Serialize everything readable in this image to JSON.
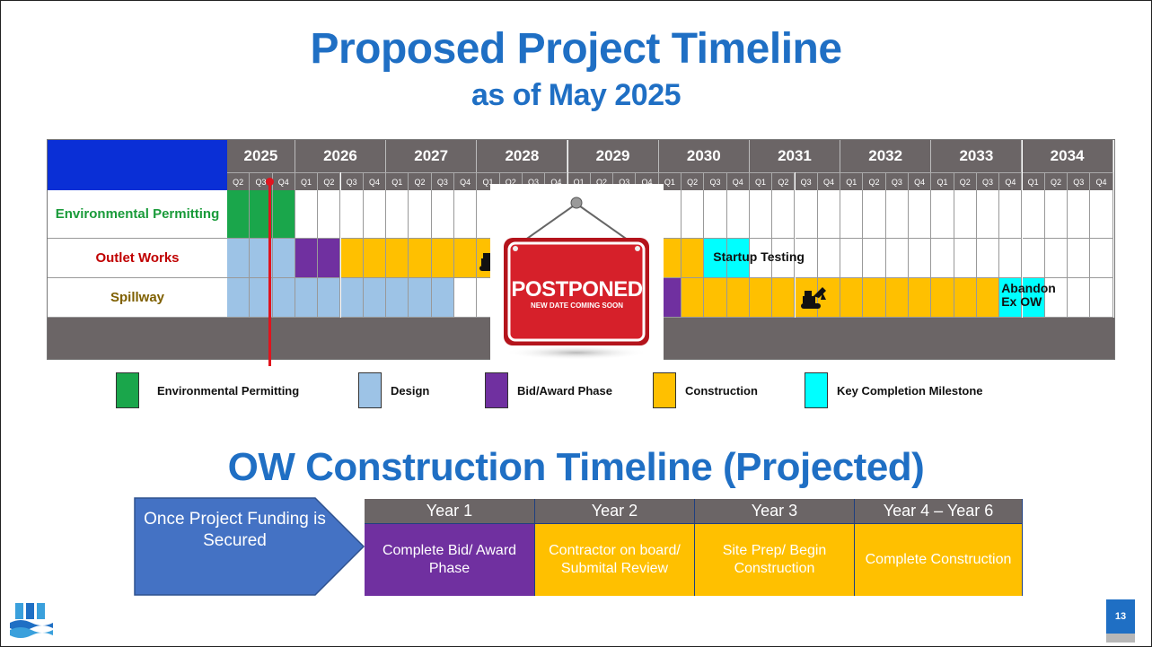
{
  "title": "Proposed Project Timeline",
  "subtitle": "as of May 2025",
  "gantt": {
    "years": [
      "2025",
      "2026",
      "2027",
      "2028",
      "2029",
      "2030",
      "2031",
      "2032",
      "2033",
      "2034"
    ],
    "quarters": [
      "Q2",
      "Q3",
      "Q4",
      "Q1",
      "Q2",
      "Q3",
      "Q4",
      "Q1",
      "Q2",
      "Q3",
      "Q4",
      "Q1",
      "Q2",
      "Q3",
      "Q4",
      "Q1",
      "Q2",
      "Q3",
      "Q4",
      "Q1",
      "Q2",
      "Q3",
      "Q4",
      "Q1",
      "Q2",
      "Q3",
      "Q4",
      "Q1",
      "Q2",
      "Q3",
      "Q4",
      "Q1",
      "Q2",
      "Q3",
      "Q4",
      "Q1",
      "Q2",
      "Q3",
      "Q4"
    ],
    "rows": [
      {
        "label": "Environmental Permitting",
        "color": "#1a9b3a"
      },
      {
        "label": "Outlet Works",
        "color": "#c00000"
      },
      {
        "label": "Spillway",
        "color": "#7f6000"
      }
    ],
    "outlet_milestone": "Startup Testing",
    "spillway_milestone_line1": "Abandon",
    "spillway_milestone_line2": "Ex OW",
    "colors": {
      "corner": "#0a2fd6",
      "header": "#6b6566",
      "env": "#1aa64b",
      "design": "#9dc3e6",
      "bid": "#7030a0",
      "construction": "#ffc000",
      "milestone": "#00ffff",
      "current_marker": "#e0141e"
    }
  },
  "legend": [
    {
      "label": "Environmental Permitting",
      "color": "#1aa64b"
    },
    {
      "label": "Design",
      "color": "#9dc3e6"
    },
    {
      "label": "Bid/Award Phase",
      "color": "#7030a0"
    },
    {
      "label": "Construction",
      "color": "#ffc000"
    },
    {
      "label": "Key Completion Milestone",
      "color": "#00ffff"
    }
  ],
  "postponed_sign": {
    "main": "POSTPONED",
    "sub": "NEW DATE COMING SOON"
  },
  "ow_title": "OW Construction Timeline (Projected)",
  "ow_arrow_text": "Once Project Funding is Secured",
  "ow_phases": [
    {
      "header": "Year 1",
      "text": "Complete Bid/ Award Phase",
      "bg": "#7030a0",
      "fg": "#ffffff"
    },
    {
      "header": "Year 2",
      "text": "Contractor on board/ Submital Review",
      "bg": "#ffc000",
      "fg": "#ffffff"
    },
    {
      "header": "Year 3",
      "text": "Site Prep/ Begin Construction",
      "bg": "#ffc000",
      "fg": "#ffffff"
    },
    {
      "header": "Year 4 – Year 6",
      "text": "Complete Construction",
      "bg": "#ffc000",
      "fg": "#ffffff"
    }
  ],
  "page_number": "13"
}
